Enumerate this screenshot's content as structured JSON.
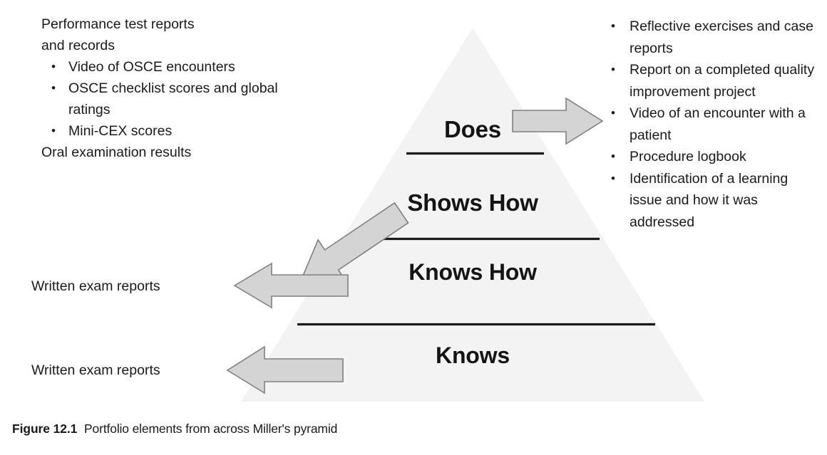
{
  "figure": {
    "caption_number": "Figure 12.1",
    "caption_text": "Portfolio elements from across Miller's pyramid"
  },
  "colors": {
    "pyramid_fill": "#f3f3f3",
    "arrow_fill": "#d4d4d4",
    "arrow_stroke": "#808080",
    "divider": "#1a1a1a",
    "text": "#1a1a1a"
  },
  "pyramid": {
    "tiers": [
      {
        "id": "does",
        "label": "Does"
      },
      {
        "id": "shows-how",
        "label": "Shows How"
      },
      {
        "id": "knows-how",
        "label": "Knows How"
      },
      {
        "id": "knows",
        "label": "Knows"
      }
    ]
  },
  "left_block": {
    "heading_line_1": "Performance test reports",
    "heading_line_2": "and records",
    "bullets": [
      "Video of OSCE encounters",
      "OSCE checklist scores and global ratings",
      "Mini-CEX scores"
    ],
    "footer_line": "Oral examination results"
  },
  "right_block": {
    "bullets": [
      "Reflective exercises and case reports",
      "Report on a completed quality improvement project",
      "Video of an encounter with a patient",
      "Procedure logbook",
      "Identification of a learning issue and how it was addressed"
    ]
  },
  "side_labels": {
    "knows_how": "Written exam reports",
    "knows": "Written exam reports"
  },
  "arrows": {
    "does_right": "arrow-right-icon",
    "shows_how_diagonal": "arrow-up-left-icon",
    "knows_how_left": "arrow-left-icon",
    "knows_left": "arrow-left-icon"
  }
}
